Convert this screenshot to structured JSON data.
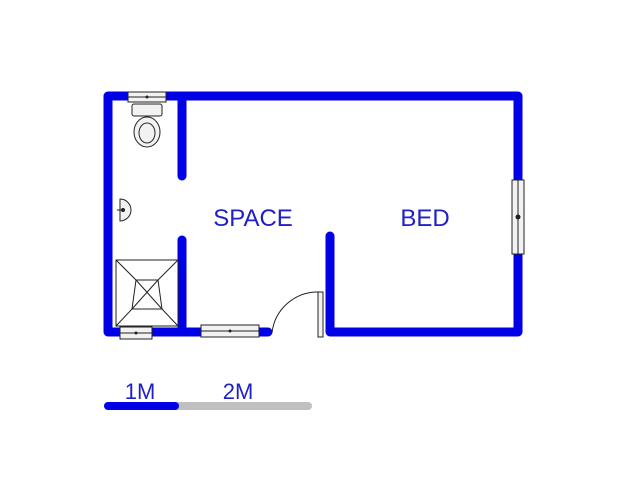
{
  "rooms": {
    "space": "SPACE",
    "bed": "BED"
  },
  "scale_bar": {
    "label_1": "1M",
    "label_2": "2M",
    "wall_color": "#0000e6",
    "grey_color": "#c0c0c0"
  },
  "colors": {
    "wall": "#0000e6",
    "label": "#2020c8",
    "fixture_stroke": "#222222",
    "fixture_fill": "#f2f2f2"
  }
}
